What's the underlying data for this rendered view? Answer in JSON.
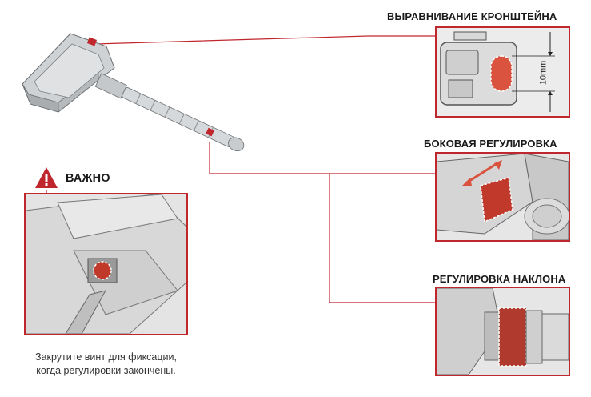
{
  "headings": {
    "bracket_alignment": "ВЫРАВНИВАНИЕ КРОНШТЕЙНА",
    "side_adjustment": "БОКОВАЯ РЕГУЛИРОВКА",
    "tilt_adjustment": "РЕГУЛИРОВКА НАКЛОНА",
    "important": "ВАЖНО"
  },
  "dimension_label": "10mm",
  "caption": {
    "line1": "Закрутите винт для фиксации,",
    "line2": "когда регулировки закончены."
  },
  "colors": {
    "accent_red": "#c0272d",
    "highlight_fill": "#d9533f",
    "warning_icon": "#c0272d"
  },
  "icons": {
    "warning": "warning-triangle-icon"
  }
}
